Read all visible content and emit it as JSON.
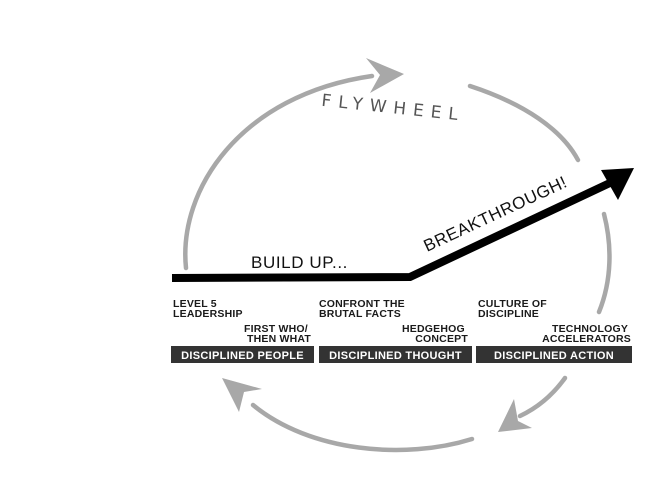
{
  "diagram": {
    "title": "FLYWHEEL",
    "build_up_label": "BUILD UP...",
    "breakthrough_label": "BREAKTHROUGH!",
    "concepts": {
      "level5_line1": "LEVEL 5",
      "level5_line2": "LEADERSHIP",
      "firstwho_line1": "FIRST WHO/",
      "firstwho_line2": "THEN WHAT",
      "confront_line1": "CONFRONT THE",
      "confront_line2": "BRUTAL FACTS",
      "hedgehog_line1": "HEDGEHOG",
      "hedgehog_line2": "CONCEPT",
      "culture_line1": "CULTURE OF",
      "culture_line2": "DISCIPLINE",
      "technology_line1": "TECHNOLOGY",
      "technology_line2": "ACCELERATORS"
    },
    "stages": [
      {
        "label": "DISCIPLINED PEOPLE"
      },
      {
        "label": "DISCIPLINED THOUGHT"
      },
      {
        "label": "DISCIPLINED ACTION"
      }
    ],
    "colors": {
      "cycle_arrow": "#a8a8a8",
      "main_arrow": "#000000",
      "stage_bar": "#333333",
      "title_text": "#555555"
    },
    "icons": [
      "cycle-arrow-icon",
      "breakthrough-arrow-icon"
    ]
  }
}
